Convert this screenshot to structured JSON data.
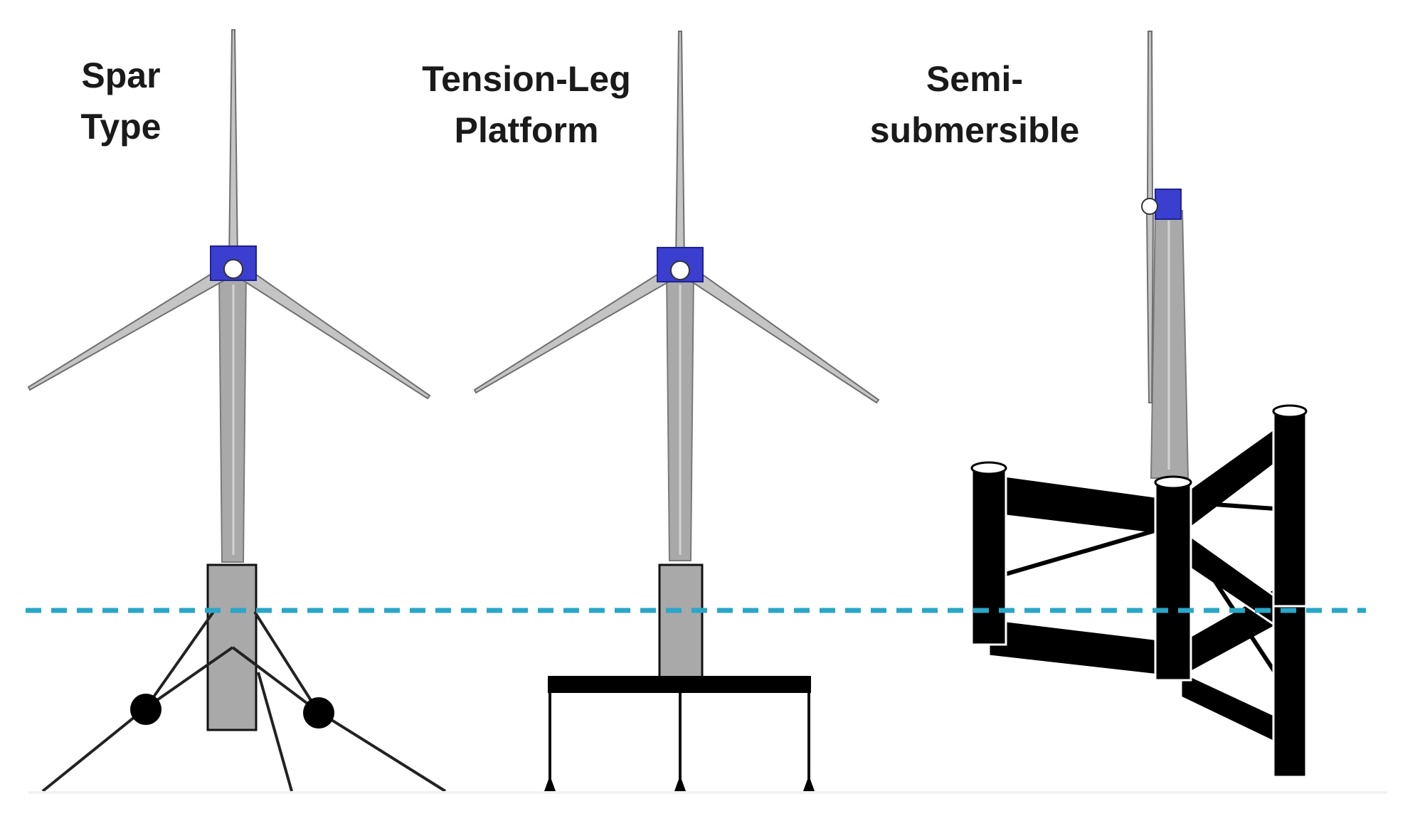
{
  "labels": {
    "spar": {
      "line1": "Spar",
      "line2": "Type"
    },
    "tlp": {
      "line1": "Tension-Leg",
      "line2": "Platform"
    },
    "semi": {
      "line1": "Semi-",
      "line2": "submersible"
    }
  },
  "colors": {
    "background": "#ffffff",
    "waterline": "#2aa7c7",
    "tower": "#a9a9a9",
    "blade": "#c4c4c4",
    "nacelle": "#3a3fd0",
    "structure": "#000000",
    "text": "#1a1a1a"
  },
  "icons": {
    "turbine": "wind-turbine-icon",
    "mooring": "mooring-line-icon",
    "anchor": "anchor-icon"
  }
}
